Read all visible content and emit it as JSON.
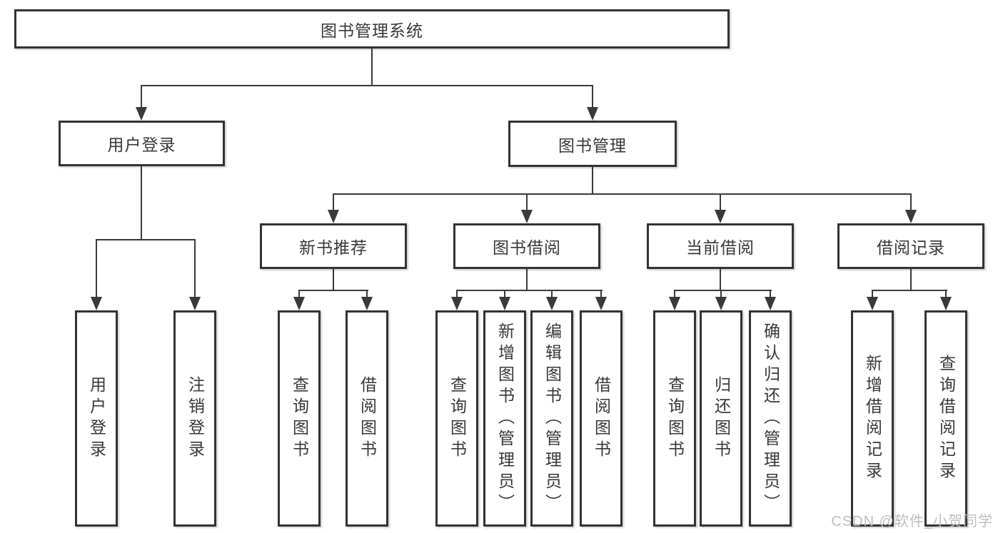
{
  "diagram": {
    "type": "hierarchy-tree",
    "tree": {
      "label": "图书管理系统",
      "children": [
        {
          "label": "用户登录",
          "children": [
            {
              "label": "用户登录"
            },
            {
              "label": "注销登录"
            }
          ]
        },
        {
          "label": "图书管理",
          "children": [
            {
              "label": "新书推荐",
              "children": [
                {
                  "label": "查询图书"
                },
                {
                  "label": "借阅图书"
                }
              ]
            },
            {
              "label": "图书借阅",
              "children": [
                {
                  "label": "查询图书"
                },
                {
                  "label": "新增图书（管理员）"
                },
                {
                  "label": "编辑图书（管理员）"
                },
                {
                  "label": "借阅图书"
                }
              ]
            },
            {
              "label": "当前借阅",
              "children": [
                {
                  "label": "查询图书"
                },
                {
                  "label": "归还图书"
                },
                {
                  "label": "确认归还（管理员）"
                }
              ]
            },
            {
              "label": "借阅记录",
              "children": [
                {
                  "label": "新增借阅记录"
                },
                {
                  "label": "查询借阅记录"
                }
              ]
            }
          ]
        }
      ]
    },
    "watermark": {
      "text": "CSDN @软件_小贺同学"
    },
    "colors": {
      "background": "#ffffff",
      "box_border": "#333333",
      "line": "#3a3a3a",
      "text": "#383838",
      "watermark": "#bdbdbd"
    }
  }
}
